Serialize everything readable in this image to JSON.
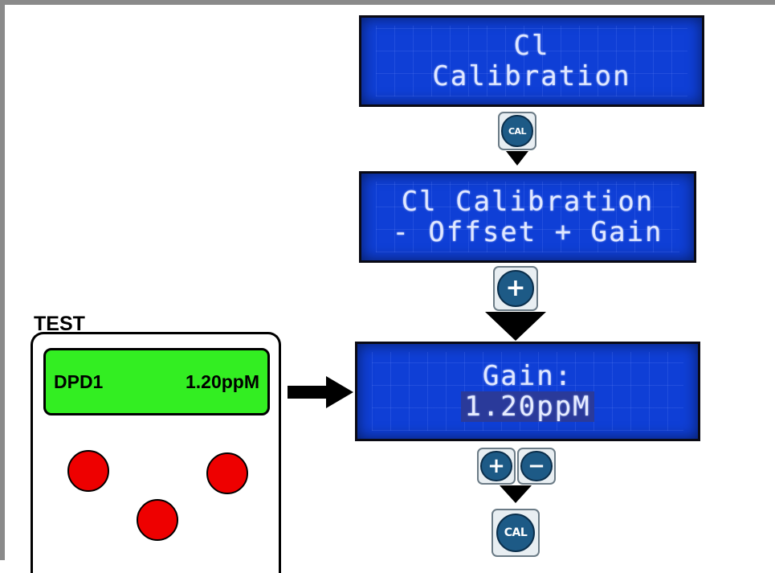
{
  "test_device": {
    "label": "TEST",
    "screen_left": "DPD1",
    "screen_right": "1.20ppM"
  },
  "lcd_screens": [
    {
      "line1": "Cl",
      "line2": "Calibration"
    },
    {
      "line1": "Cl Calibration",
      "line2": "- Offset + Gain"
    },
    {
      "line1": "Gain:",
      "line2": "1.20ppM"
    }
  ],
  "buttons": {
    "cal": "CAL",
    "plus": "+",
    "minus": "−"
  },
  "colors": {
    "lcd_background": "#0f3fd6",
    "lcd_text": "#dfe7ff",
    "test_screen": "#33ee22",
    "test_buttons": "#ee0000",
    "key_disc": "#1d5a86"
  },
  "icons": {
    "flow_arrows": "triangle-down-icon",
    "link_arrow": "arrow-right-icon"
  }
}
